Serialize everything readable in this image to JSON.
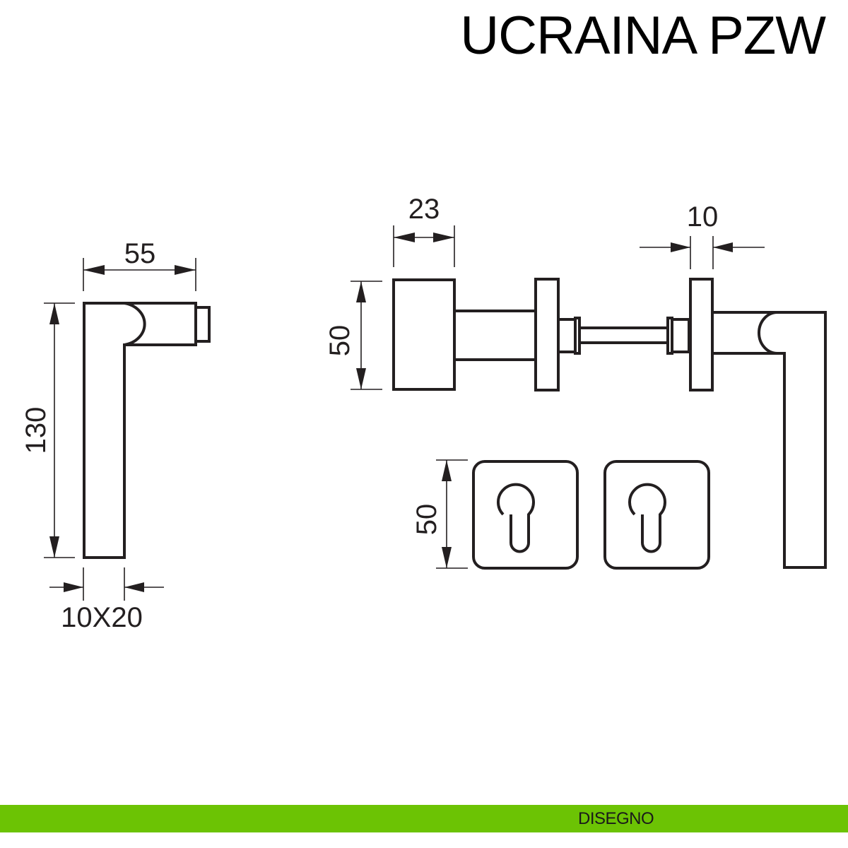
{
  "title": "UCRAINA PZW",
  "dimensions": {
    "lever_width": "55",
    "lever_height": "130",
    "lever_section": "10X20",
    "rose_depth": "23",
    "rose_height": "50",
    "rose_thickness": "10",
    "escutcheon_height": "50"
  },
  "footer": {
    "label": "DISEGNO",
    "color": "#6cc304"
  }
}
